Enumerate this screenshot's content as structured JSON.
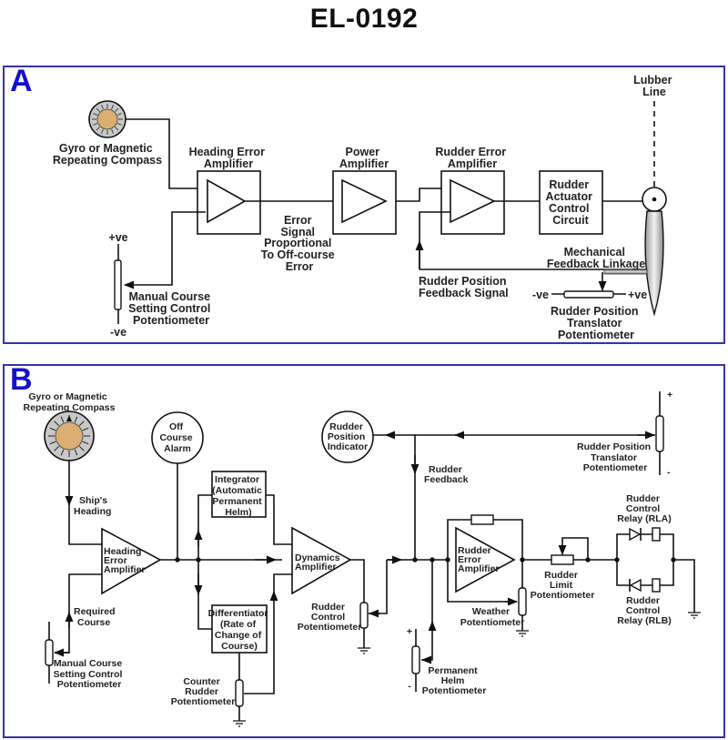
{
  "title": "EL-0192",
  "panel_a": {
    "letter": "A",
    "compass_label": [
      "Gyro or Magnetic",
      "Repeating Compass"
    ],
    "heading_error_amp": [
      "Heading Error",
      "Amplifier"
    ],
    "power_amp": [
      "Power",
      "Amplifier"
    ],
    "rudder_error_amp": [
      "Rudder Error",
      "Amplifier"
    ],
    "actuator": [
      "Rudder",
      "Actuator",
      "Control",
      "Circuit"
    ],
    "lubber_line": [
      "Lubber",
      "Line"
    ],
    "error_signal": [
      "Error",
      "Signal",
      "Proportional",
      "To Off-course",
      "Error"
    ],
    "manual_pot": [
      "Manual Course",
      "Setting Control",
      "Potentiometer"
    ],
    "pos_ve": "+ve",
    "neg_ve": "-ve",
    "mech_feedback": [
      "Mechanical",
      "Feedback Linkage"
    ],
    "feedback_signal": [
      "Rudder  Position",
      "Feedback Signal"
    ],
    "translator_pot": [
      "Rudder  Position",
      "Translator",
      "Potentiometer"
    ]
  },
  "panel_b": {
    "letter": "B",
    "compass_label": [
      "Gyro or Magnetic",
      "Repeating Compass"
    ],
    "ships_heading": [
      "Ship's",
      "Heading"
    ],
    "heading_error_amp": [
      "Heading",
      "Error",
      "Amplifier"
    ],
    "required_course": [
      "Required",
      "Course"
    ],
    "manual_pot": [
      "Manual Course",
      "Setting Control",
      "Potentiometer"
    ],
    "off_course_alarm": [
      "Off",
      "Course",
      "Alarm"
    ],
    "integrator": [
      "Integrator",
      "(Automatic",
      "Permanent",
      "Helm)"
    ],
    "differentiator": [
      "Differentiator",
      "(Rate of",
      "Change of",
      "Course)"
    ],
    "counter_rudder_pot": [
      "Counter",
      "Rudder",
      "Potentiometer"
    ],
    "dynamics_amp": [
      "Dynamics",
      "Amplifier"
    ],
    "rudder_control_pot": [
      "Rudder",
      "Control",
      "Potentiometer"
    ],
    "rudder_position_indicator": [
      "Rudder",
      "Position",
      "Indicator"
    ],
    "rudder_feedback": [
      "Rudder",
      "Feedback"
    ],
    "translator_pot": [
      "Rudder Position",
      "Translator",
      "Potentiometer"
    ],
    "rudder_error_amp": [
      "Rudder",
      "Error",
      "Amplifier"
    ],
    "weather_pot": [
      "Weather",
      "Potentiometer"
    ],
    "permanent_helm_pot": [
      "Permanent",
      "Helm",
      "Potentiometer"
    ],
    "rudder_limit_pot": [
      "Rudder",
      "Limit",
      "Potentiometer"
    ],
    "relay_a": [
      "Rudder",
      "Control",
      "Relay (RLA)"
    ],
    "relay_b": [
      "Rudder",
      "Control",
      "Relay (RLB)"
    ],
    "plus": "+",
    "minus": "-"
  }
}
